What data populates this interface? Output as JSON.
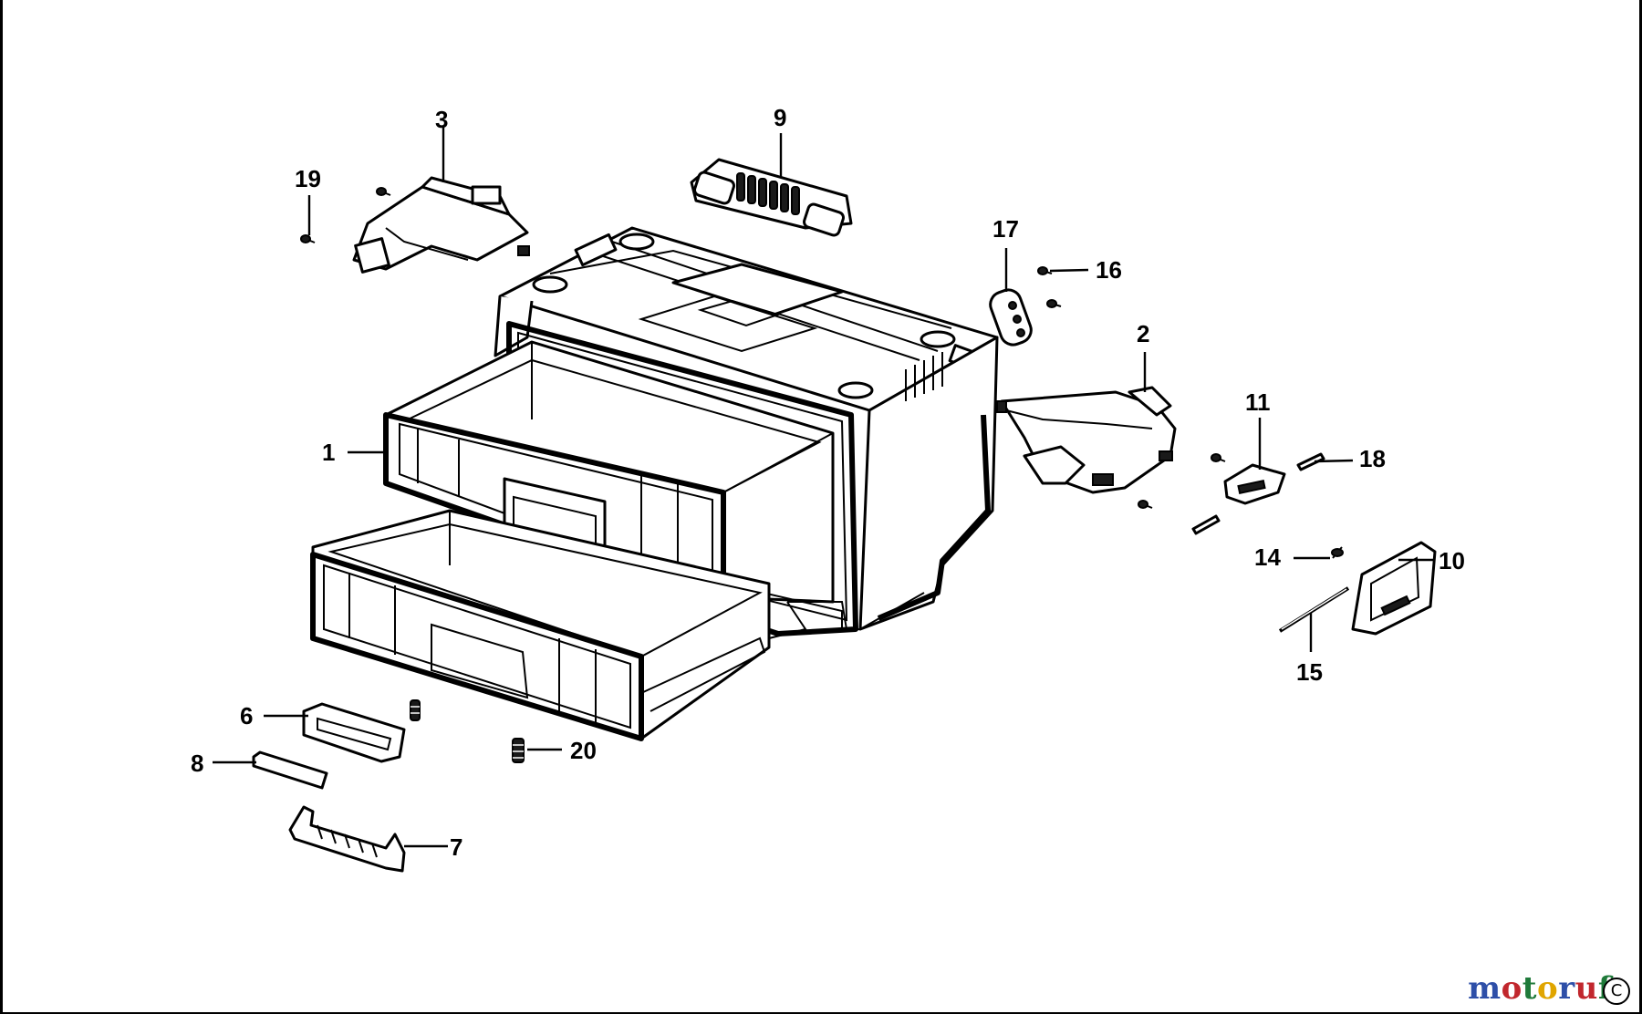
{
  "diagram": {
    "callouts": {
      "c1": "1",
      "c2": "2",
      "c3": "3",
      "c6": "6",
      "c7": "7",
      "c8": "8",
      "c9": "9",
      "c10": "10",
      "c11": "11",
      "c14": "14",
      "c15": "15",
      "c16": "16",
      "c17": "17",
      "c18": "18",
      "c19": "19",
      "c20": "20"
    }
  },
  "watermark": {
    "letters": [
      "m",
      "o",
      "t",
      "o",
      "r",
      "u",
      "f"
    ],
    "colors": [
      "#2e4fa8",
      "#c1272d",
      "#1f7a3a",
      "#e0a500",
      "#2e4fa8",
      "#c1272d",
      "#1f7a3a"
    ],
    "mark": "C"
  }
}
